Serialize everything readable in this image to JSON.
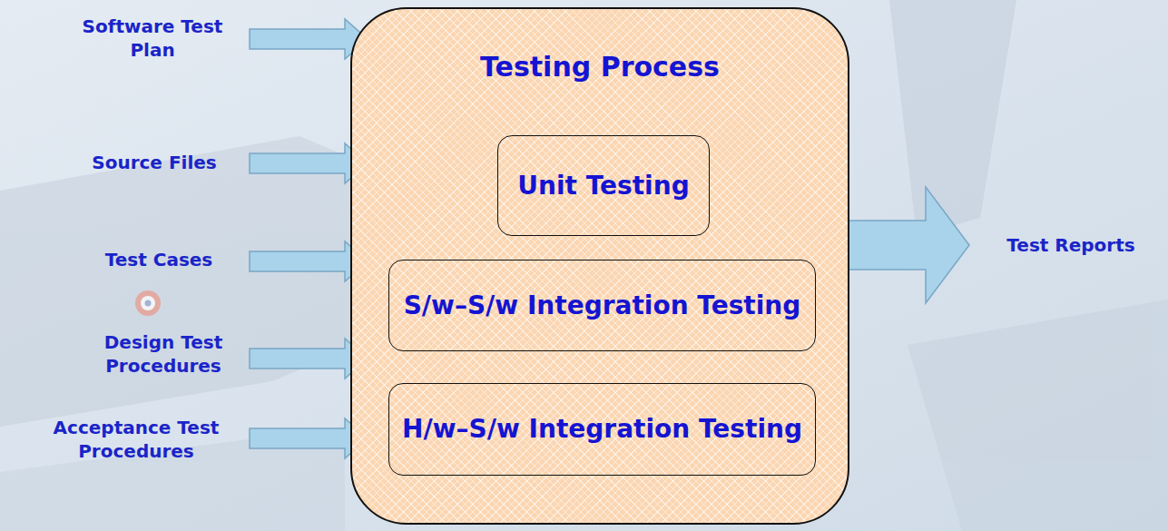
{
  "diagram": {
    "nodes": [
      {
        "text": [
          "Testing Process"
        ]
      },
      {
        "text": [
          "Unit Testing"
        ],
        "in": 0
      },
      {
        "text": [
          "S/w–S/w Integration Testing"
        ],
        "in": 0
      },
      {
        "text": [
          "H/w–S/w Integration Testing"
        ],
        "in": 0
      }
    ],
    "labels": [
      "Software Test Plan",
      "Source Files",
      "Test Cases",
      "Design Test Procedures",
      "Acceptance Test Procedures",
      "Test Reports"
    ]
  }
}
